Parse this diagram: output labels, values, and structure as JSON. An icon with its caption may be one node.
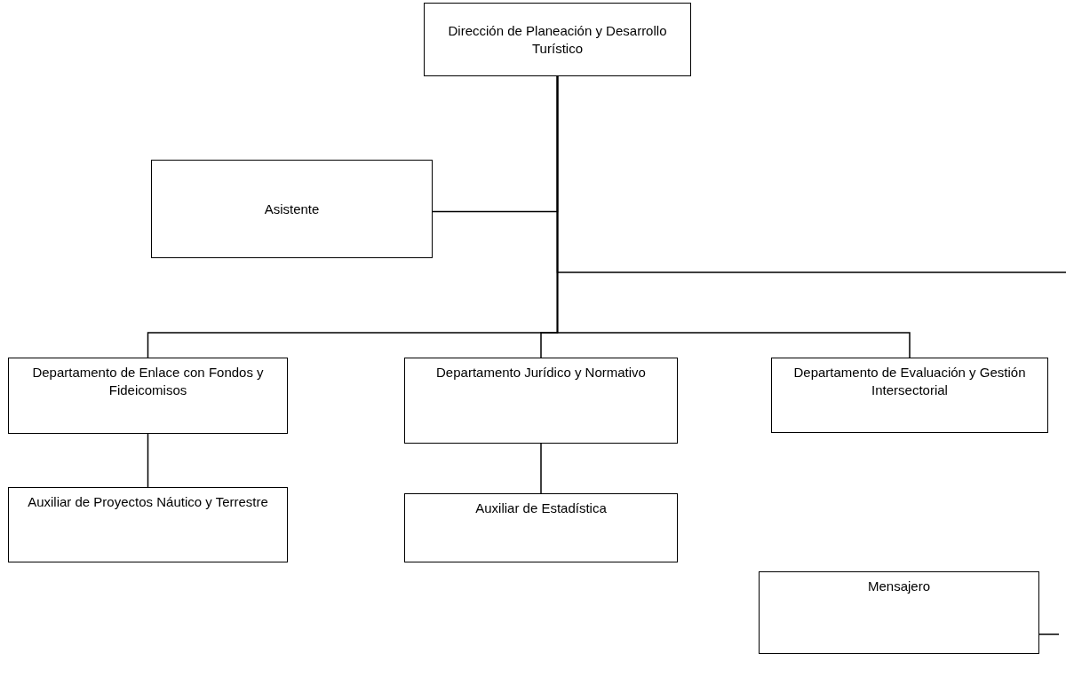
{
  "diagram": {
    "nodes": [
      {
        "text": [
          "Dirección de Planeación y Desarrollo Turístico"
        ]
      },
      {
        "text": [
          "Asistente"
        ]
      },
      {
        "text": [
          "Departamento de Enlace con Fondos y Fideicomisos"
        ]
      },
      {
        "text": [
          "Departamento Jurídico y Normativo"
        ]
      },
      {
        "text": [
          "Departamento de Evaluación y Gestión Intersectorial"
        ]
      },
      {
        "text": [
          "Auxiliar de Proyectos Náutico y Terrestre"
        ]
      },
      {
        "text": [
          "Auxiliar de Estadística"
        ]
      },
      {
        "text": [
          "Mensajero"
        ]
      }
    ],
    "edges": [
      {
        "from": 0,
        "to": 1,
        "arrow": "none"
      },
      {
        "from": 0,
        "to": null,
        "arrow": "none"
      },
      {
        "from": 0,
        "to": 2,
        "arrow": "none"
      },
      {
        "from": 0,
        "to": 3,
        "arrow": "none"
      },
      {
        "from": 0,
        "to": 4,
        "arrow": "none"
      },
      {
        "from": 2,
        "to": 5,
        "arrow": "none"
      },
      {
        "from": 3,
        "to": 6,
        "arrow": "none"
      },
      {
        "from": 7,
        "to": null,
        "arrow": "none"
      }
    ]
  }
}
